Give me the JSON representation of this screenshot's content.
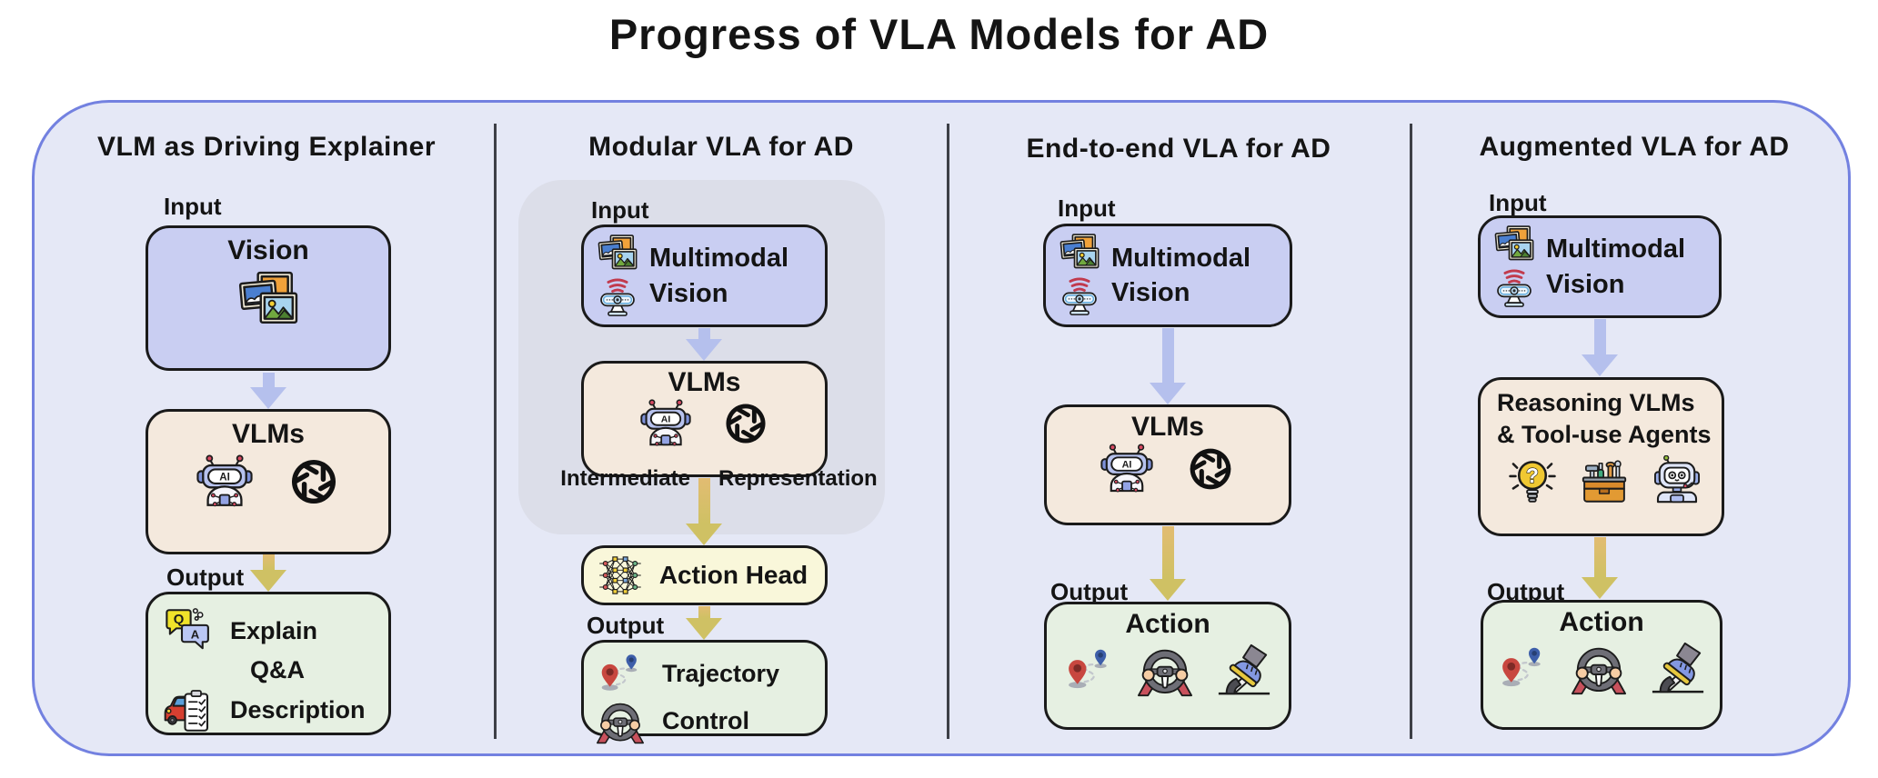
{
  "title": "Progress of VLA Models for AD",
  "palette": {
    "container_fill": "#e5e8f6",
    "container_border": "#7381e0",
    "panel_gray": "#dcdee9",
    "box_lavender": "#c9cef2",
    "box_beige": "#f4e9dd",
    "box_yellow": "#f9f7da",
    "box_green": "#e6f0e2",
    "box_border": "#1a1a1a",
    "divider": "#3d3f47",
    "arrow_lavender": "#b5c0ed",
    "arrow_gold_start": "#e2bc72",
    "arrow_gold_end": "#cfc164",
    "text": "#141414"
  },
  "icon_text": {
    "ai": "AI",
    "q": "Q",
    "a": "A",
    "question_mark": "?"
  },
  "columns": [
    {
      "header": "VLM as Driving Explainer",
      "input_label": "Input",
      "output_label": "Output",
      "input_box": {
        "title": "Vision"
      },
      "model_box": {
        "title": "VLMs"
      },
      "output_box": {
        "items": [
          "Explain",
          "Q&A",
          "Description"
        ]
      }
    },
    {
      "header": "Modular VLA for AD",
      "input_label": "Input",
      "output_label": "Output",
      "intermediate_label": "Intermediate",
      "representation_label": "Representation",
      "input_box": {
        "line1": "Multimodal",
        "line2": "Vision"
      },
      "model_box": {
        "title": "VLMs"
      },
      "action_head_box": {
        "label": "Action Head"
      },
      "output_box": {
        "items": [
          "Trajectory",
          "Control"
        ]
      }
    },
    {
      "header": "End-to-end VLA for AD",
      "input_label": "Input",
      "output_label": "Output",
      "input_box": {
        "line1": "Multimodal",
        "line2": "Vision"
      },
      "model_box": {
        "title": "VLMs"
      },
      "output_box": {
        "title": "Action"
      }
    },
    {
      "header": "Augmented VLA for AD",
      "input_label": "Input",
      "output_label": "Output",
      "input_box": {
        "line1": "Multimodal",
        "line2": "Vision"
      },
      "model_box": {
        "line1": "Reasoning VLMs",
        "line2": "& Tool-use Agents"
      },
      "output_box": {
        "title": "Action"
      }
    }
  ]
}
